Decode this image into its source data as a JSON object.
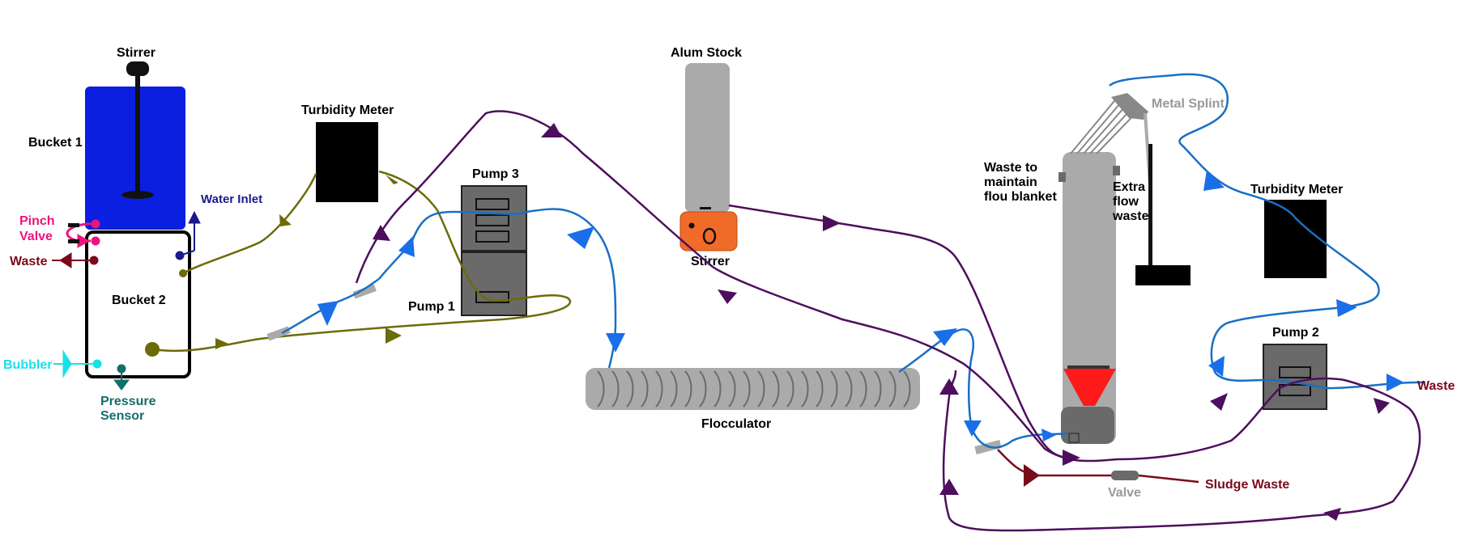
{
  "labels": {
    "stirrer_top": "Stirrer",
    "bucket1": "Bucket 1",
    "bucket2": "Bucket 2",
    "water_inlet": "Water Inlet",
    "pinch_valve_1": "Pinch",
    "pinch_valve_2": "Valve",
    "waste_left": "Waste",
    "bubbler": "Bubbler",
    "pressure_sensor_1": "Pressure",
    "pressure_sensor_2": "Sensor",
    "turbidity_meter_left": "Turbidity Meter",
    "pump3": "Pump 3",
    "pump1": "Pump 1",
    "alum_stock": "Alum Stock",
    "stirrer_alum": "Stirrer",
    "flocculator": "Flocculator",
    "waste_blanket_1": "Waste to",
    "waste_blanket_2": "maintain",
    "waste_blanket_3": "flou blanket",
    "extra_flow_1": "Extra",
    "extra_flow_2": "flow",
    "extra_flow_3": "waste",
    "metal_splint": "Metal Splint",
    "turbidity_meter_right": "Turbidity Meter",
    "pump2": "Pump 2",
    "waste_right": "Waste",
    "valve": "Valve",
    "sludge_waste": "Sludge Waste"
  },
  "colors": {
    "bucket1": "#0a1fe0",
    "bucket2_border": "#000000",
    "pinch": "#e8157f",
    "waste_red": "#7a0a1a",
    "bubbler": "#18e0e8",
    "pressure": "#136e6a",
    "water_inlet": "#1a1a8c",
    "olive": "#6b6b0a",
    "blue_line": "#1a6fc4",
    "blue_arrow": "#1a6fe8",
    "purple": "#4e0e5e",
    "gray": "#aaaaaa",
    "dark_gray": "#6a6a6a",
    "orange": "#f06a28",
    "red_cone": "#ff1a1a",
    "meter_black": "#000000"
  }
}
